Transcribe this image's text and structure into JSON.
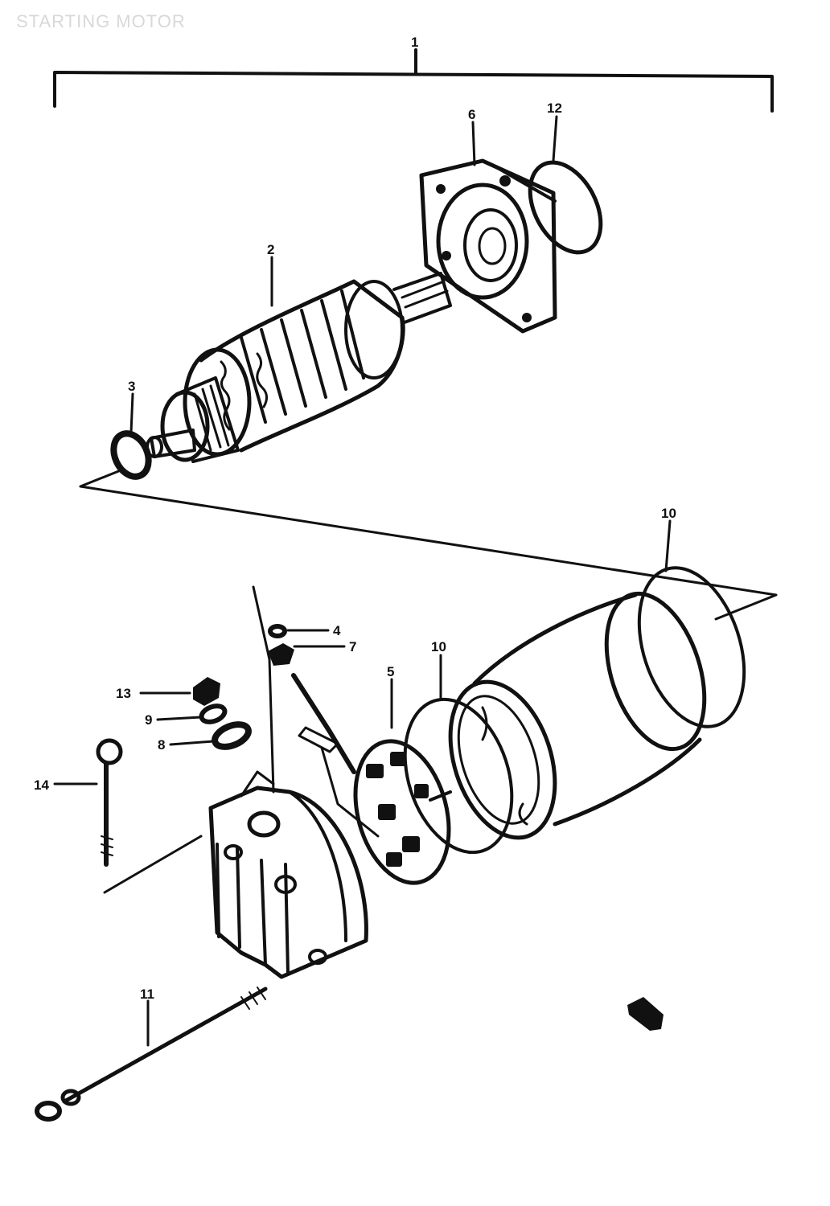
{
  "title": "STARTING MOTOR",
  "callouts": {
    "c1": "1",
    "c2": "2",
    "c3": "3",
    "c4": "4",
    "c5": "5",
    "c6": "6",
    "c7": "7",
    "c8": "8",
    "c9": "9",
    "c10a": "10",
    "c10b": "10",
    "c11": "11",
    "c12": "12",
    "c13": "13",
    "c14": "14"
  },
  "colors": {
    "ink": "#111111",
    "title": "#d8d8d8",
    "paper": "#ffffff"
  },
  "icons": {
    "front_arrow": "arrow-front-icon"
  }
}
